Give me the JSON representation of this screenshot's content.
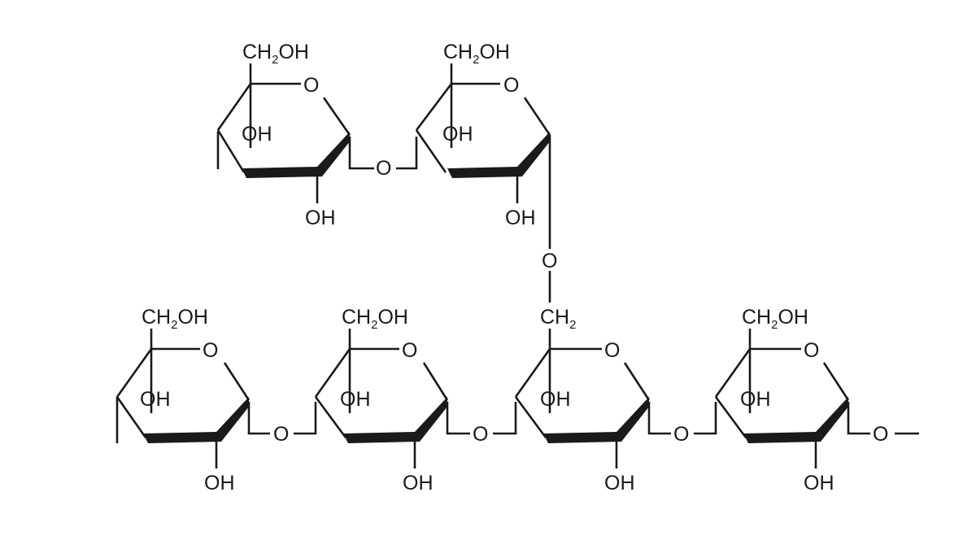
{
  "labels": {
    "hydroxymethyl": "CH2OH",
    "methylene": "CH2",
    "hydroxyl": "OH",
    "oxygen": "O"
  }
}
